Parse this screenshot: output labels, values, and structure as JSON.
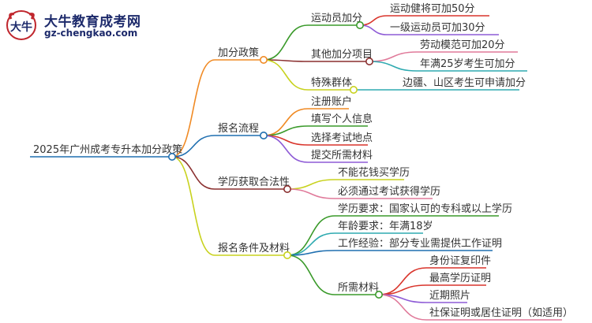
{
  "brand": {
    "title": "大牛教育成考网",
    "url": "gz-chengkao.com",
    "mark_text": "大牛"
  },
  "mindmap": {
    "root": "2025年广州成考专升本加分政策",
    "branches": [
      {
        "label": "加分政策",
        "color": "#f08a24",
        "children": [
          {
            "label": "运动员加分",
            "color": "#3a9a2a",
            "children": [
              {
                "label": "运动健将可加50分",
                "color": "#d9342b"
              },
              {
                "label": "一级运动员可加30分",
                "color": "#8e5bd6"
              }
            ]
          },
          {
            "label": "其他加分项目",
            "color": "#8a2f2f",
            "children": [
              {
                "label": "劳动模范可加20分",
                "color": "#e07a9a"
              },
              {
                "label": "年满25岁考生可加分",
                "color": "#2eaab0"
              }
            ]
          },
          {
            "label": "特殊群体",
            "color": "#c8d21e",
            "children": [
              {
                "label": "边疆、山区考生可申请加分",
                "color": "#2eaab0"
              }
            ]
          }
        ]
      },
      {
        "label": "报名流程",
        "color": "#1f6fb0",
        "children": [
          {
            "label": "注册账户",
            "color": "#f08a24"
          },
          {
            "label": "填写个人信息",
            "color": "#3a9a2a"
          },
          {
            "label": "选择考试地点",
            "color": "#d9342b"
          },
          {
            "label": "提交所需材料",
            "color": "#8e5bd6"
          }
        ]
      },
      {
        "label": "学历获取合法性",
        "color": "#8a2f2f",
        "children": [
          {
            "label": "不能花钱买学历",
            "color": "#c8d21e"
          },
          {
            "label": "必须通过考试获得学历",
            "color": "#e07a9a"
          }
        ]
      },
      {
        "label": "报名条件及材料",
        "color": "#c8d21e",
        "children": [
          {
            "label": "学历要求：国家认可的专科或以上学历",
            "color": "#3a9a2a"
          },
          {
            "label": "年龄要求：年满18岁",
            "color": "#2eaab0"
          },
          {
            "label": "工作经验：部分专业需提供工作证明",
            "color": "#1f6fb0"
          },
          {
            "label": "所需材料",
            "color": "#3a9a2a",
            "children": [
              {
                "label": "身份证复印件",
                "color": "#d9342b"
              },
              {
                "label": "最高学历证明",
                "color": "#d9342b"
              },
              {
                "label": "近期照片",
                "color": "#8e5bd6"
              },
              {
                "label": "社保证明或居住证明（如适用）",
                "color": "#e07a9a"
              }
            ]
          }
        ]
      }
    ]
  }
}
